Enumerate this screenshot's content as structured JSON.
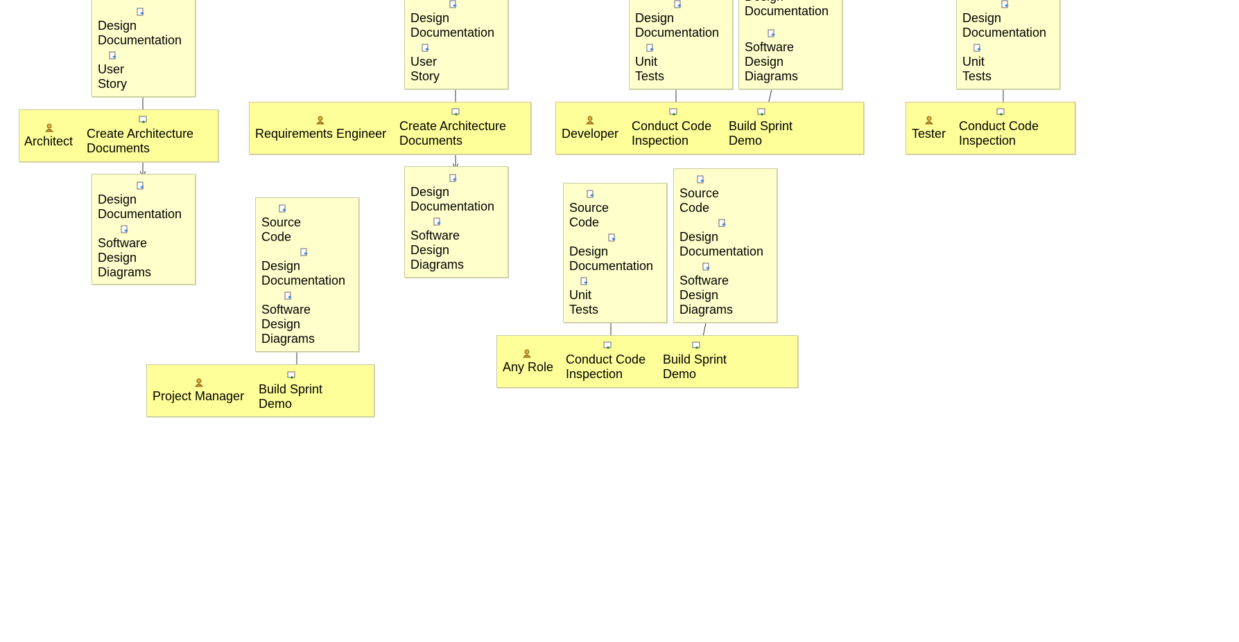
{
  "roles": {
    "architect": "Architect",
    "requirements_engineer": "Requirements Engineer",
    "developer": "Developer",
    "tester": "Tester",
    "project_manager": "Project Manager",
    "any_role": "Any Role"
  },
  "tasks": {
    "create_architecture_documents": "Create Architecture\nDocuments",
    "conduct_code_inspection": "Conduct Code\nInspection",
    "build_sprint_demo": "Build Sprint\nDemo"
  },
  "artifacts": {
    "design_documentation": "Design\nDocumentation",
    "user_story": "User\nStory",
    "software_design_diagrams": "Software\nDesign\nDiagrams",
    "unit_tests": "Unit\nTests",
    "source_code": "Source\nCode"
  },
  "icons": {
    "role": "role-icon",
    "task": "task-icon",
    "artifact": "artifact-icon"
  }
}
